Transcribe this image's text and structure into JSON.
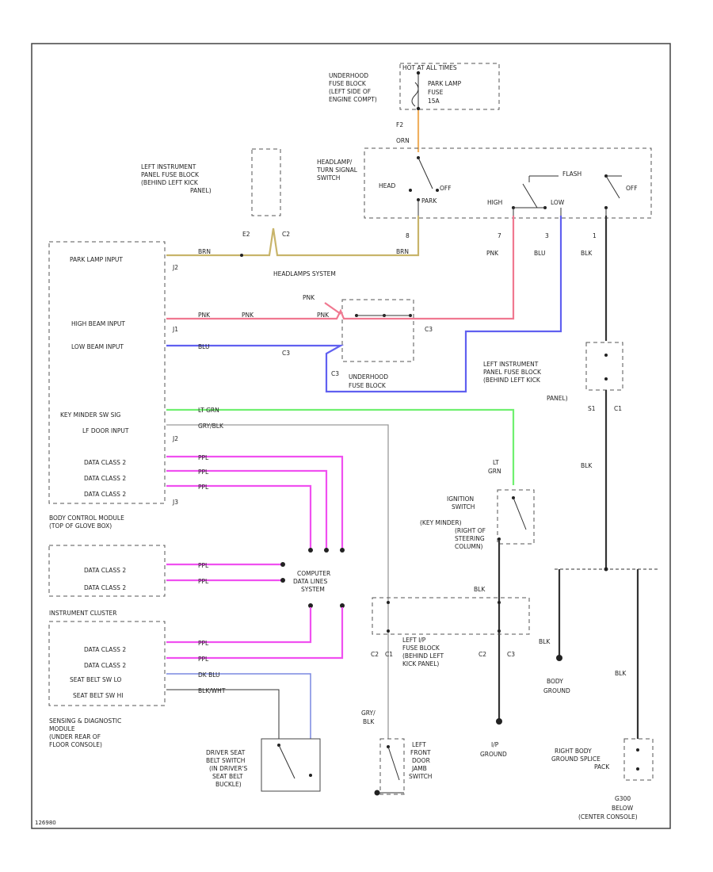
{
  "colors": {
    "brn": "#c8b46a",
    "orn": "#f0b060",
    "pnk": "#f07890",
    "blu": "#6060f0",
    "grn": "#70f070",
    "ppl": "#f050f0",
    "gry": "#9a9a9a",
    "blk": "#333333",
    "seat_blu": "#7a88e0"
  },
  "fuse_top": {
    "label": "HOT AT ALL TIMES",
    "fuse_name_1": "PARK LAMP",
    "fuse_name_2": "FUSE",
    "fuse_name_3": "15A",
    "location_1": "UNDERHOOD",
    "location_2": "FUSE BLOCK",
    "location_3": "(LEFT SIDE OF",
    "location_4": "ENGINE COMPT)"
  },
  "headlamp_switch": {
    "name_1": "HEADLAMP/",
    "name_2": "TURN SIGNAL",
    "name_3": "SWITCH",
    "pos_head": "HEAD",
    "pos_off": "OFF",
    "pos_park": "PARK",
    "pos_high": "HIGH",
    "pos_low": "LOW",
    "pos_flash": "FLASH",
    "pos_off2": "OFF",
    "pin_f2": "F2",
    "pin_8": "8",
    "pin_7": "7",
    "pin_3": "3",
    "pin_1": "1",
    "wire_orn": "ORN"
  },
  "left_ip_fuse_top": {
    "line_1": "LEFT INSTRUMENT",
    "line_2": "PANEL FUSE BLOCK",
    "line_3": "(BEHIND LEFT KICK",
    "line_4": "PANEL)",
    "pin_e2": "E2",
    "pin_c2": "C2"
  },
  "bcm": {
    "park_input": "PARK LAMP INPUT",
    "park_pin": "J2",
    "high_input": "HIGH BEAM INPUT",
    "high_pin": "J1",
    "low_input": "LOW BEAM INPUT",
    "key_input": "KEY MINDER SW SIG",
    "lf_door": "LF DOOR INPUT",
    "lf_pin": "J2",
    "data_1": "DATA CLASS 2",
    "data_2": "DATA CLASS 2",
    "data_3": "DATA CLASS 2",
    "data_pin": "J3",
    "name_1": "BODY CONTROL MODULE",
    "name_2": "(TOP OF GLOVE BOX)"
  },
  "wires": {
    "brn_a": "BRN",
    "brn_b": "BRN",
    "pnk_a": "PNK",
    "pnk_b": "PNK",
    "pnk_c": "PNK",
    "pnk_d": "PNK",
    "pnk_e": "PNK",
    "blu_a": "BLU",
    "blu_b": "BLU",
    "lt_grn": "LT GRN",
    "gry_blk": "GRY/BLK",
    "ppl_1": "PPL",
    "ppl_2": "PPL",
    "ppl_3": "PPL",
    "ppl_4": "PPL",
    "ppl_5": "PPL",
    "ppl_6": "PPL",
    "ppl_7": "PPL",
    "blk_1": "BLK",
    "blk_2": "BLK",
    "blk_3": "BLK",
    "blk_4": "BLK",
    "blk_5": "BLK",
    "dk_blu": "DK BLU",
    "blk_wht": "BLK/WHT",
    "lt_grn2": "LT",
    "lt_grn3": "GRN",
    "gry_a": "GRY/",
    "gry_b": "BLK"
  },
  "headlamp_system": {
    "title": "HEADLAMPS SYSTEM",
    "pin_c3": "C3",
    "pin_c3b": "C3",
    "pin_c3c": "C3"
  },
  "underhood_fuse": {
    "line_1": "UNDERHOOD",
    "line_2": "FUSE BLOCK"
  },
  "left_ip_fuse_right": {
    "line_1": "LEFT INSTRUMENT",
    "line_2": "PANEL FUSE BLOCK",
    "line_3": "(BEHIND LEFT KICK",
    "line_4": "PANEL)",
    "pin_s1": "S1",
    "pin_c1": "C1"
  },
  "ignition": {
    "line_1": "IGNITION",
    "line_2": "SWITCH",
    "line_3": "(KEY MINDER)",
    "line_4": "(RIGHT OF",
    "line_5": "STEERING",
    "line_6": "COLUMN)"
  },
  "computer_data": {
    "line_1": "COMPUTER",
    "line_2": "DATA LINES",
    "line_3": "SYSTEM"
  },
  "data_module": {
    "data_1": "DATA CLASS 2",
    "data_2": "DATA CLASS 2"
  },
  "cluster": {
    "title": "INSTRUMENT CLUSTER",
    "data_1": "DATA CLASS 2",
    "data_2": "DATA CLASS 2",
    "seat_lo": "SEAT BELT SW LO",
    "seat_hi": "SEAT BELT SW HI"
  },
  "sdm": {
    "line_1": "SENSING & DIAGNOSTIC",
    "line_2": "MODULE",
    "line_3": "(UNDER REAR OF",
    "line_4": "FLOOR CONSOLE)"
  },
  "seat_switch": {
    "line_1": "DRIVER SEAT",
    "line_2": "BELT SWITCH",
    "line_3": "(IN DRIVER'S",
    "line_4": "SEAT BELT",
    "line_5": "BUCKLE)"
  },
  "lf_fuse_block": {
    "line_1": "LEFT I/P",
    "line_2": "FUSE BLOCK",
    "line_3": "(BEHIND LEFT",
    "line_4": "KICK PANEL)",
    "pin_c2a": "C2",
    "pin_c1": "C1",
    "pin_c2b": "C2",
    "pin_c3": "C3"
  },
  "door_switch": {
    "line_1": "LEFT",
    "line_2": "FRONT",
    "line_3": "DOOR",
    "line_4": "JAMB",
    "line_5": "SWITCH"
  },
  "grounds": {
    "body_1": "BODY",
    "body_2": "GROUND",
    "ip_1": "I/P",
    "ip_2": "GROUND",
    "right_1": "RIGHT BODY",
    "right_2": "GROUND SPLICE",
    "right_3": "PACK",
    "g_code": "G300",
    "g_loc_1": "BELOW",
    "g_loc_2": "(CENTER CONSOLE)"
  },
  "footer": {
    "code": "126980"
  }
}
